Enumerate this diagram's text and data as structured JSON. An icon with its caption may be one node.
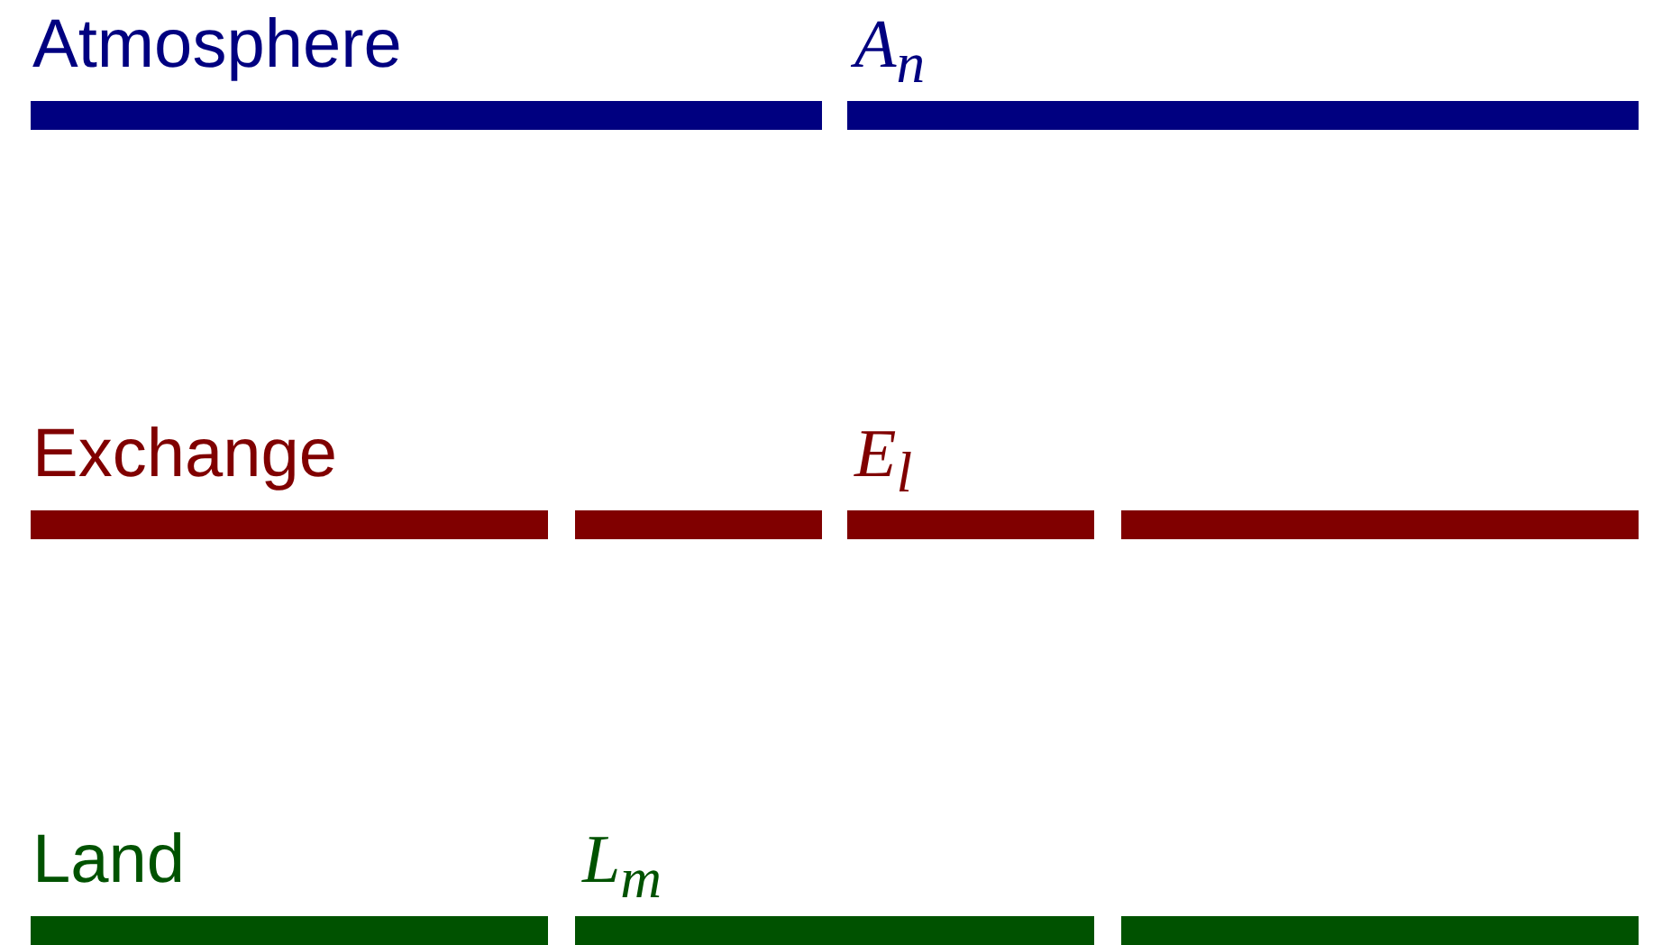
{
  "diagram": {
    "nodes": [
      {
        "text": [
          "Atmosphere"
        ]
      },
      {
        "text": [
          "A$_{n}$"
        ]
      },
      {
        "text": [
          "Exchange"
        ]
      },
      {
        "text": [],
        "shape": "bar"
      },
      {
        "text": [
          "E$_{l}$"
        ]
      },
      {
        "text": [],
        "shape": "bar"
      },
      {
        "text": [
          "Land"
        ]
      },
      {
        "text": [
          "L$_{m}$"
        ]
      },
      {
        "text": [],
        "shape": "bar"
      }
    ]
  }
}
